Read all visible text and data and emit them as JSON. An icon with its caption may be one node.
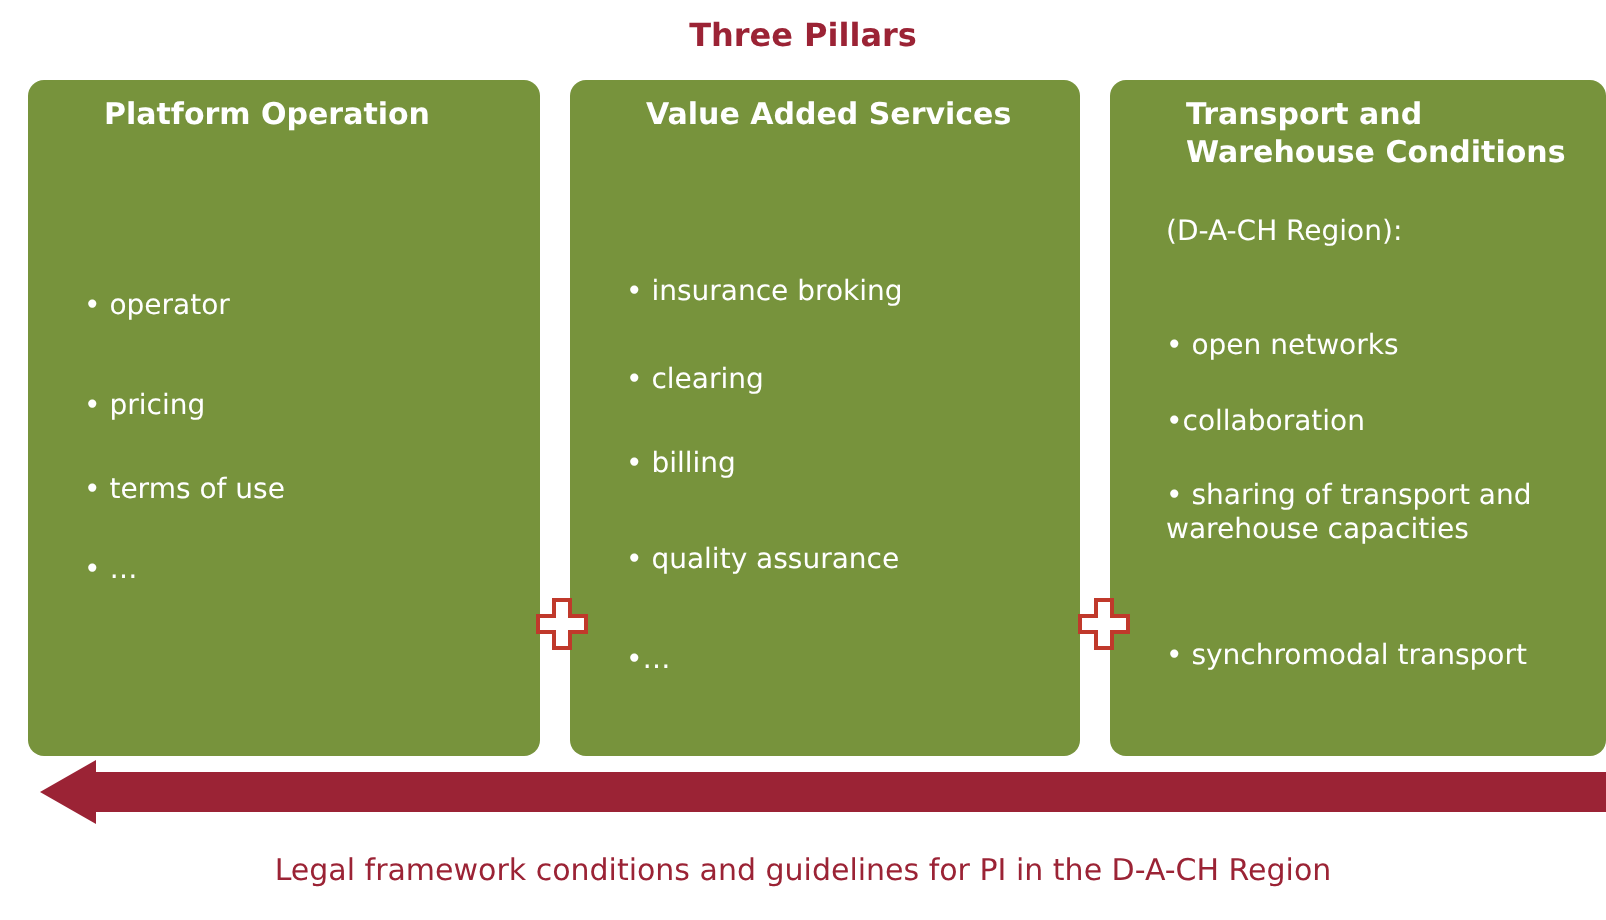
{
  "diagram": {
    "title": "Three Pillars",
    "nodes": [
      {
        "text": [
          "Platform Operation",
          "• operator",
          "• pricing",
          "• terms of use",
          "• …"
        ]
      },
      {
        "text": [
          "Value Added Services",
          "• insurance broking",
          "• clearing",
          "• billing",
          "• quality assurance",
          "•…"
        ]
      },
      {
        "text": [
          "Transport and Warehouse Conditions",
          "(D-A-CH Region):",
          "• open networks",
          "•collaboration",
          "• sharing of transport and warehouse capacities",
          "• synchromodal transport"
        ]
      }
    ],
    "labels": [
      "Legal framework conditions and guidelines for PI in the D-A-CH Region"
    ]
  }
}
